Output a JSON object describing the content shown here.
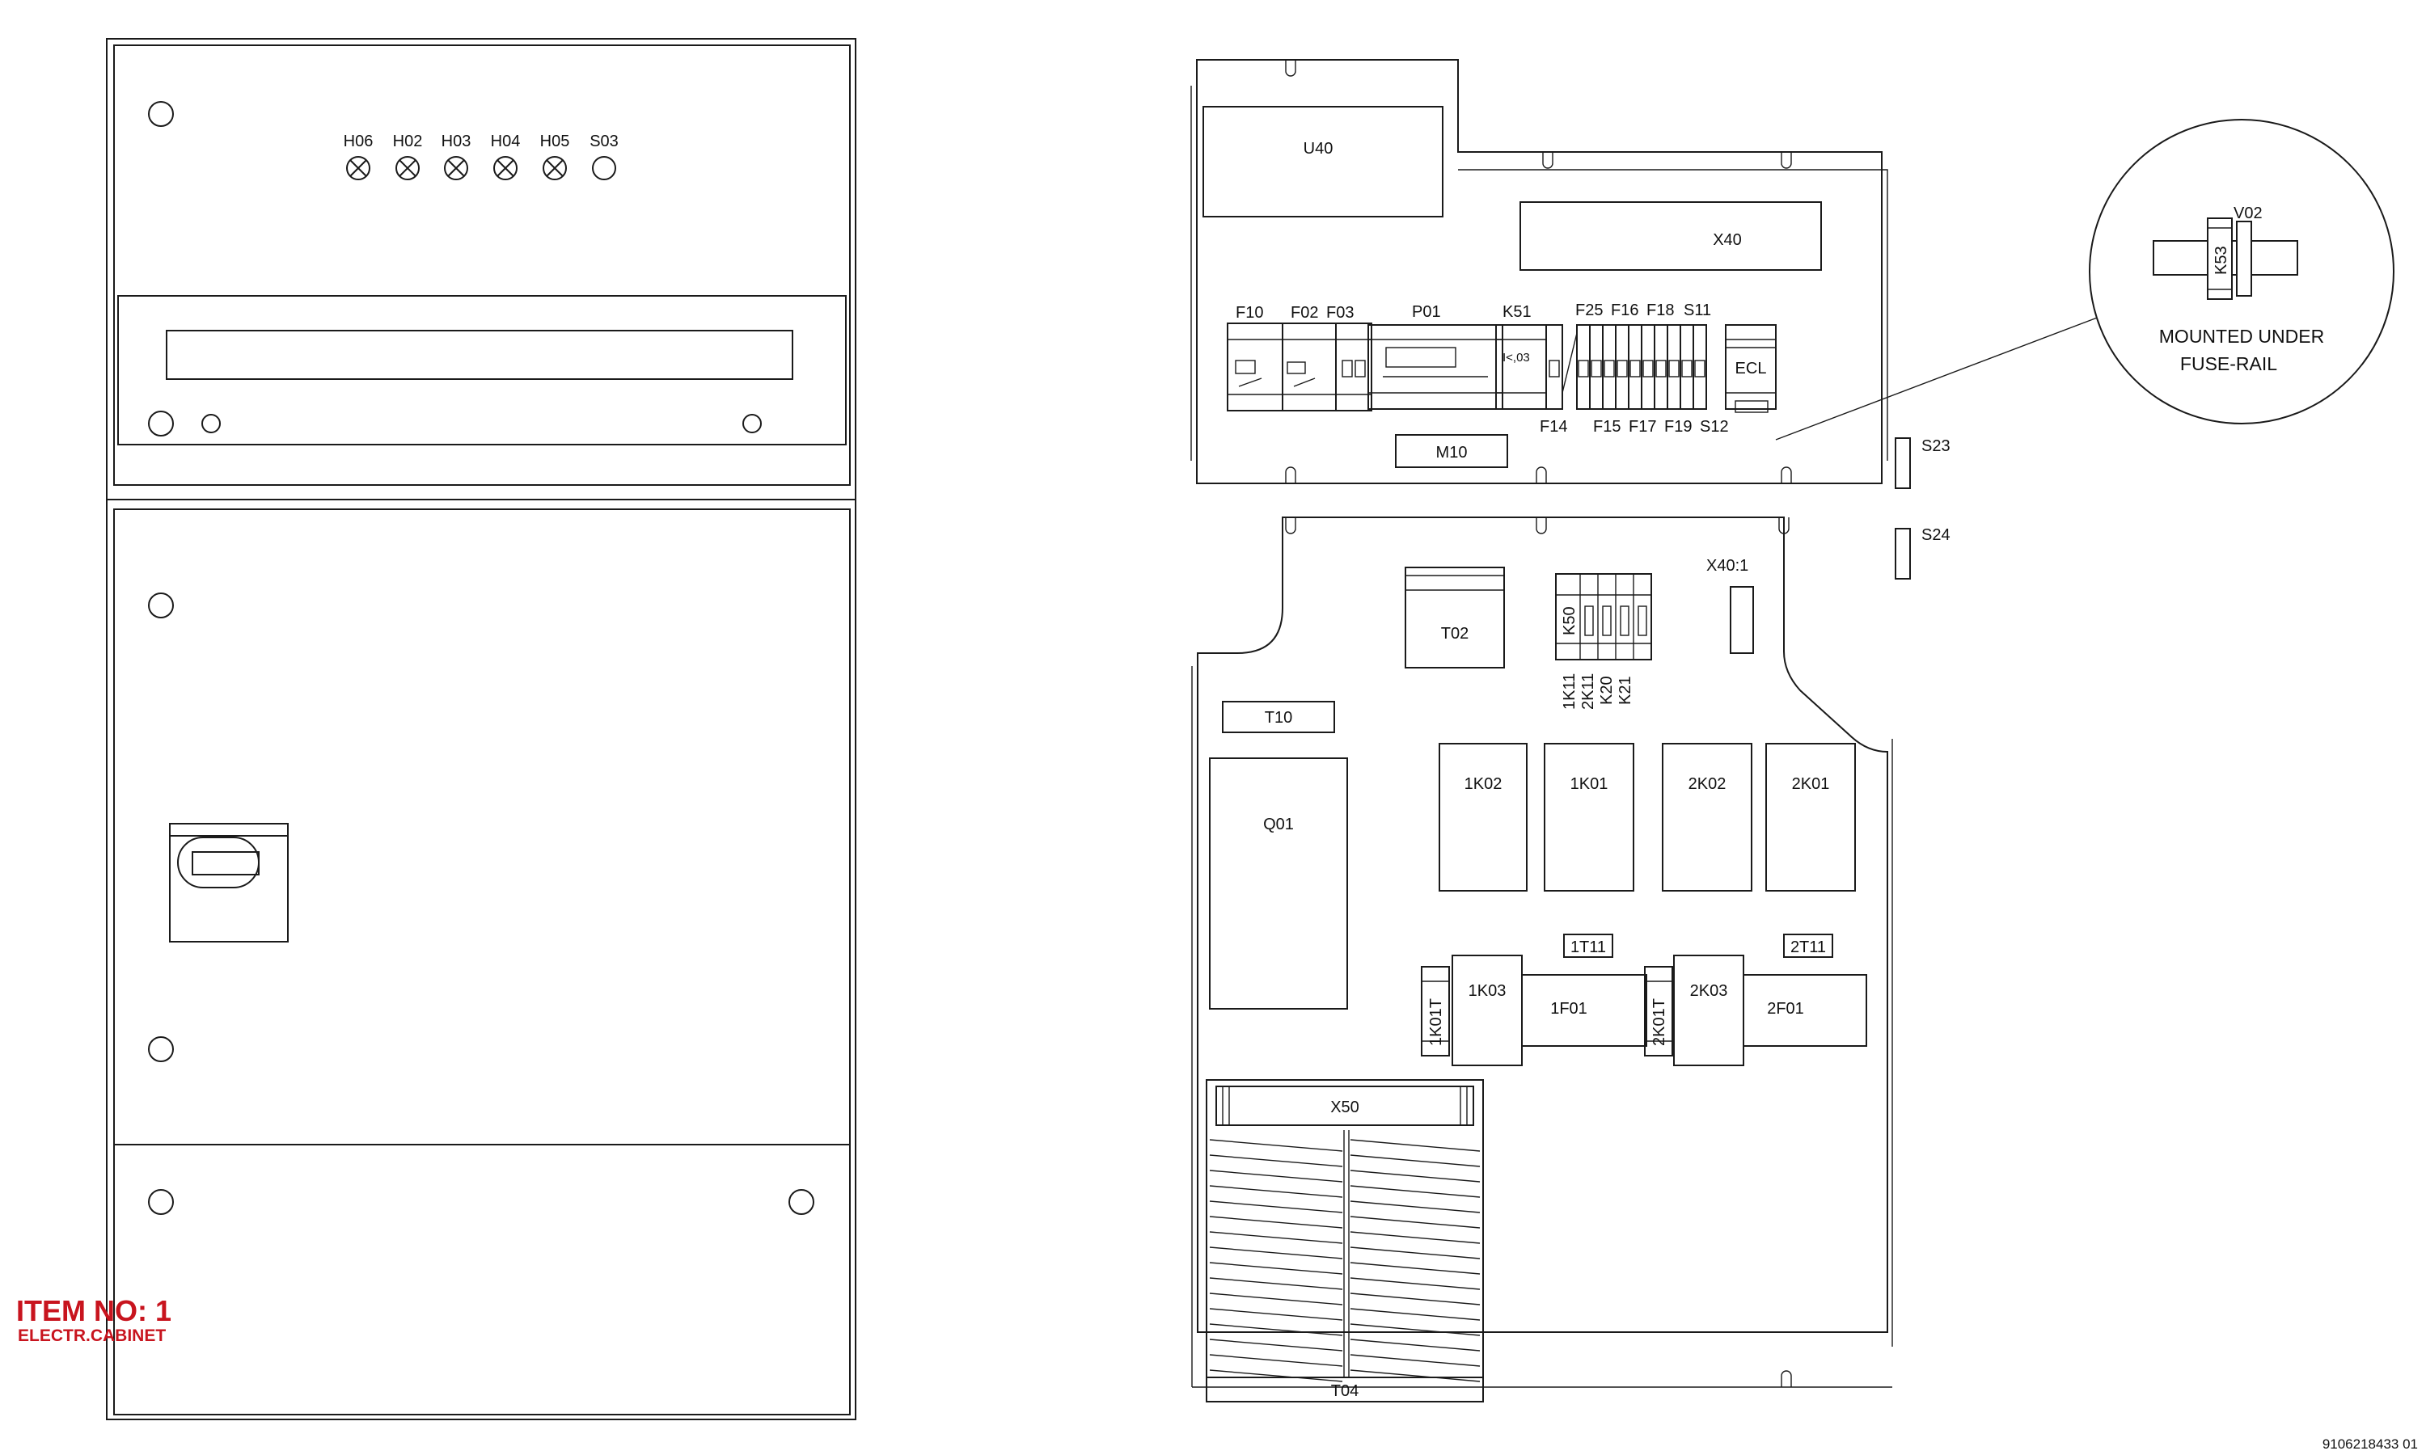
{
  "labels": {
    "indicators": [
      "H06",
      "H02",
      "H03",
      "H04",
      "H05",
      "S03"
    ],
    "u40": "U40",
    "x40": "X40",
    "f10": "F10",
    "f02": "F02",
    "f03": "F03",
    "p01": "P01",
    "k51": "K51",
    "k51_sub": "I<,03",
    "f25": "F25",
    "f16": "F16",
    "f18": "F18",
    "s11": "S11",
    "ecl": "ECL",
    "f14": "F14",
    "f15": "F15",
    "f17": "F17",
    "f19": "F19",
    "s12": "S12",
    "m10": "M10",
    "s23": "S23",
    "s24": "S24",
    "v02": "V02",
    "k53": "K53",
    "mounted_line1": "MOUNTED UNDER",
    "mounted_line2": "FUSE-RAIL",
    "x40_1": "X40:1",
    "t02": "T02",
    "k50": "K50",
    "k_labels": [
      "1K11",
      "2K11",
      "K20",
      "K21"
    ],
    "t10": "T10",
    "q01": "Q01",
    "k1k02": "1K02",
    "k1k01": "1K01",
    "k2k02": "2K02",
    "k2k01": "2K01",
    "t1t11": "1T11",
    "t2t11": "2T11",
    "k1k01t": "1K01T",
    "k1k03": "1K03",
    "f1f01": "1F01",
    "k2k01t": "2K01T",
    "k2k03": "2K03",
    "f2f01": "2F01",
    "x50": "X50",
    "t04": "T04"
  },
  "item": {
    "number": "ITEM NO: 1",
    "name": "ELECTR.CABINET"
  },
  "drawing_number": "9106218433 01"
}
